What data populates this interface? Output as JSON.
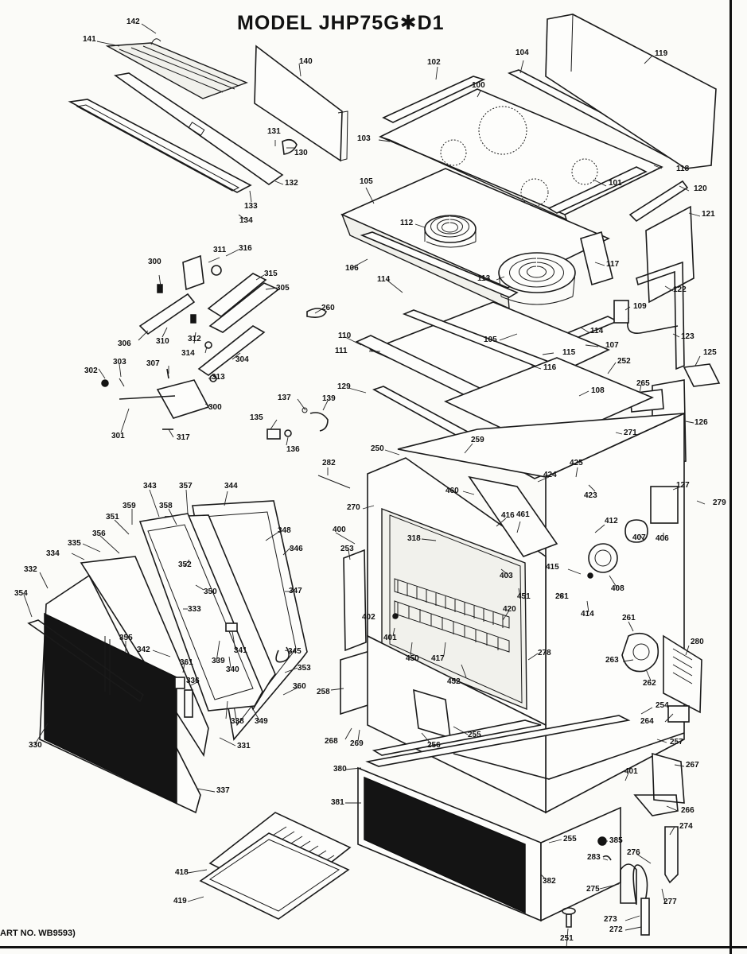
{
  "title": "MODEL  JHP75G✱D1",
  "part_note": "ART NO. WB9593)",
  "callouts": [
    {
      "num": "142"
    },
    {
      "num": "141"
    },
    {
      "num": "140"
    },
    {
      "num": "131"
    },
    {
      "num": "130"
    },
    {
      "num": "132"
    },
    {
      "num": "133"
    },
    {
      "num": "134"
    },
    {
      "num": "102"
    },
    {
      "num": "104"
    },
    {
      "num": "119"
    },
    {
      "num": "100"
    },
    {
      "num": "103"
    },
    {
      "num": "118"
    },
    {
      "num": "101"
    },
    {
      "num": "120"
    },
    {
      "num": "105"
    },
    {
      "num": "121"
    },
    {
      "num": "112"
    },
    {
      "num": "106"
    },
    {
      "num": "113"
    },
    {
      "num": "117"
    },
    {
      "num": "114"
    },
    {
      "num": "122"
    },
    {
      "num": "109"
    },
    {
      "num": "260"
    },
    {
      "num": "110"
    },
    {
      "num": "105"
    },
    {
      "num": "114"
    },
    {
      "num": "123"
    },
    {
      "num": "111"
    },
    {
      "num": "115"
    },
    {
      "num": "107"
    },
    {
      "num": "116"
    },
    {
      "num": "125"
    },
    {
      "num": "252"
    },
    {
      "num": "129"
    },
    {
      "num": "108"
    },
    {
      "num": "265"
    },
    {
      "num": "126"
    },
    {
      "num": "137"
    },
    {
      "num": "139"
    },
    {
      "num": "271"
    },
    {
      "num": "135"
    },
    {
      "num": "136"
    },
    {
      "num": "259"
    },
    {
      "num": "250"
    },
    {
      "num": "282"
    },
    {
      "num": "425"
    },
    {
      "num": "424"
    },
    {
      "num": "460"
    },
    {
      "num": "423"
    },
    {
      "num": "127"
    },
    {
      "num": "279"
    },
    {
      "num": "270"
    },
    {
      "num": "416"
    },
    {
      "num": "461"
    },
    {
      "num": "412"
    },
    {
      "num": "406"
    },
    {
      "num": "400"
    },
    {
      "num": "318"
    },
    {
      "num": "407"
    },
    {
      "num": "253"
    },
    {
      "num": "403"
    },
    {
      "num": "415"
    },
    {
      "num": "408"
    },
    {
      "num": "451"
    },
    {
      "num": "281"
    },
    {
      "num": "414"
    },
    {
      "num": "420"
    },
    {
      "num": "402"
    },
    {
      "num": "261"
    },
    {
      "num": "401"
    },
    {
      "num": "280"
    },
    {
      "num": "450"
    },
    {
      "num": "417"
    },
    {
      "num": "278"
    },
    {
      "num": "263"
    },
    {
      "num": "452"
    },
    {
      "num": "262"
    },
    {
      "num": "258"
    },
    {
      "num": "254"
    },
    {
      "num": "264"
    },
    {
      "num": "268"
    },
    {
      "num": "269"
    },
    {
      "num": "256"
    },
    {
      "num": "255"
    },
    {
      "num": "257"
    },
    {
      "num": "380"
    },
    {
      "num": "401"
    },
    {
      "num": "267"
    },
    {
      "num": "381"
    },
    {
      "num": "266"
    },
    {
      "num": "255"
    },
    {
      "num": "385"
    },
    {
      "num": "274"
    },
    {
      "num": "283"
    },
    {
      "num": "276"
    },
    {
      "num": "382"
    },
    {
      "num": "275"
    },
    {
      "num": "277"
    },
    {
      "num": "273"
    },
    {
      "num": "272"
    },
    {
      "num": "251"
    },
    {
      "num": "300"
    },
    {
      "num": "311"
    },
    {
      "num": "316"
    },
    {
      "num": "315"
    },
    {
      "num": "305"
    },
    {
      "num": "306"
    },
    {
      "num": "310"
    },
    {
      "num": "312"
    },
    {
      "num": "314"
    },
    {
      "num": "304"
    },
    {
      "num": "302"
    },
    {
      "num": "303"
    },
    {
      "num": "307"
    },
    {
      "num": "313"
    },
    {
      "num": "300"
    },
    {
      "num": "301"
    },
    {
      "num": "317"
    },
    {
      "num": "343"
    },
    {
      "num": "357"
    },
    {
      "num": "344"
    },
    {
      "num": "359"
    },
    {
      "num": "358"
    },
    {
      "num": "351"
    },
    {
      "num": "348"
    },
    {
      "num": "356"
    },
    {
      "num": "335"
    },
    {
      "num": "346"
    },
    {
      "num": "334"
    },
    {
      "num": "352"
    },
    {
      "num": "332"
    },
    {
      "num": "350"
    },
    {
      "num": "347"
    },
    {
      "num": "354"
    },
    {
      "num": "333"
    },
    {
      "num": "355"
    },
    {
      "num": "342"
    },
    {
      "num": "339"
    },
    {
      "num": "341"
    },
    {
      "num": "361"
    },
    {
      "num": "345"
    },
    {
      "num": "340"
    },
    {
      "num": "336"
    },
    {
      "num": "353"
    },
    {
      "num": "360"
    },
    {
      "num": "338"
    },
    {
      "num": "349"
    },
    {
      "num": "330"
    },
    {
      "num": "331"
    },
    {
      "num": "337"
    },
    {
      "num": "418"
    },
    {
      "num": "419"
    }
  ]
}
